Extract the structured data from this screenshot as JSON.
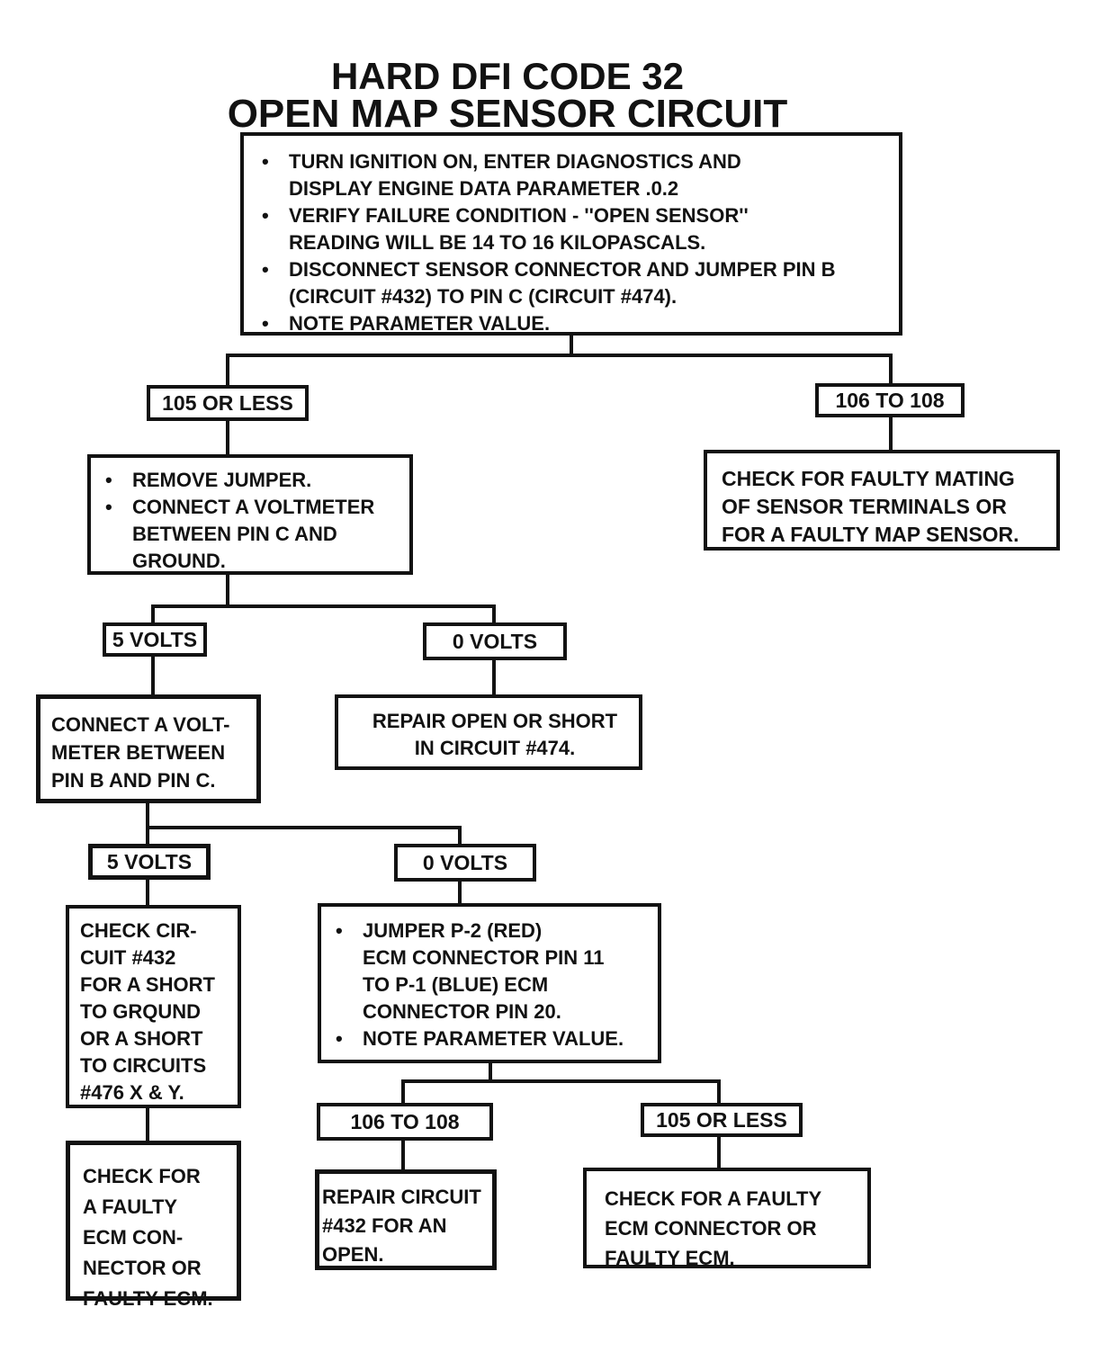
{
  "glyphs": {
    "bullet": "•"
  },
  "colors": {
    "ink": "#121212",
    "paper": "#ffffff"
  },
  "title": {
    "line1": "HARD DFI CODE 32",
    "line2": "OPEN MAP SENSOR CIRCUIT"
  },
  "boxes": {
    "start": {
      "bullets": [
        [
          "TURN IGNITION ON, ENTER DIAGNOSTICS AND",
          "DISPLAY ENGINE DATA PARAMETER .0.2"
        ],
        [
          "VERIFY FAILURE CONDITION - ''OPEN SENSOR''",
          "READING WILL BE 14 TO 16 KILOPASCALS."
        ],
        [
          "DISCONNECT SENSOR CONNECTOR AND JUMPER PIN B",
          "(CIRCUIT #432) TO PIN C (CIRCUIT #474)."
        ],
        [
          "NOTE PARAMETER VALUE."
        ]
      ]
    },
    "branch_105_top": "105 OR LESS",
    "branch_106_top": "106 TO 108",
    "remove_jumper": {
      "bullets": [
        [
          "REMOVE JUMPER."
        ],
        [
          "CONNECT A VOLTMETER",
          "BETWEEN PIN C AND",
          "GROUND."
        ]
      ]
    },
    "faulty_mating": [
      "CHECK FOR FAULTY MATING",
      "OF SENSOR TERMINALS OR",
      "FOR A FAULTY MAP SENSOR."
    ],
    "label_5v_1": "5 VOLTS",
    "label_0v_1": "0 VOLTS",
    "voltmeter_bc": [
      "CONNECT A VOLT-",
      "METER BETWEEN",
      "PIN B AND PIN C."
    ],
    "repair_474": [
      "REPAIR OPEN OR SHORT",
      "IN CIRCUIT #474."
    ],
    "label_5v_2": "5 VOLTS",
    "label_0v_2": "0 VOLTS",
    "check_432_short": [
      "CHECK CIR-",
      "CUIT #432",
      "FOR A SHORT",
      "TO GRQUND",
      "OR A SHORT",
      "TO CIRCUITS",
      "#476 X & Y."
    ],
    "jumper_p2": {
      "bullets": [
        [
          "JUMPER P-2 (RED)",
          "ECM CONNECTOR PIN 11",
          "TO P-1 (BLUE) ECM",
          "CONNECTOR PIN 20."
        ],
        [
          "NOTE PARAMETER VALUE."
        ]
      ]
    },
    "branch_106_bottom": "106 TO 108",
    "branch_105_bottom": "105 OR LESS",
    "faulty_ecm_left": [
      "CHECK FOR",
      "A FAULTY",
      "ECM CON-",
      "NECTOR OR",
      "FAULTY ECM."
    ],
    "repair_432_open": [
      "REPAIR CIRCUIT",
      "#432 FOR AN",
      "OPEN."
    ],
    "faulty_ecm_right": [
      "CHECK FOR A FAULTY",
      "ECM CONNECTOR OR",
      "FAULTY ECM."
    ]
  }
}
